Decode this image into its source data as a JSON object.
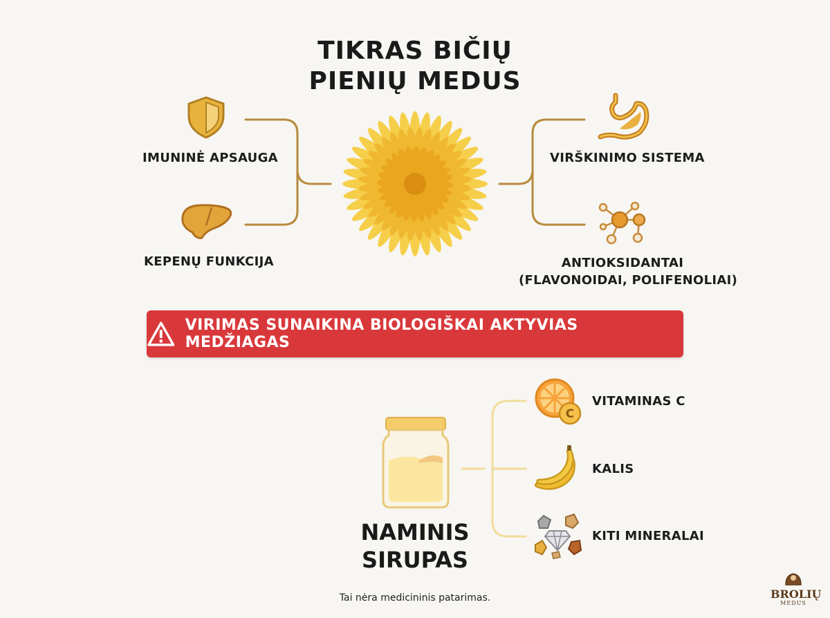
{
  "title": {
    "line1": "TIKRAS BIČIŲ",
    "line2": "PIENIŲ MEDUS"
  },
  "honey_benefits": {
    "left": [
      {
        "label": "IMUNINĖ APSAUGA",
        "icon": "shield-icon"
      },
      {
        "label": "KEPENŲ FUNKCIJA",
        "icon": "liver-icon"
      }
    ],
    "right": [
      {
        "label": "VIRŠKINIMO SISTEMA",
        "icon": "stomach-icon"
      },
      {
        "label_line1": "ANTIOKSIDANTAI",
        "label_line2": "(FLAVONOIDAI, POLIFENOLIAI)",
        "icon": "molecule-icon"
      }
    ]
  },
  "warning": {
    "text": "VIRIMAS SUNAIKINA BIOLOGIŠKAI AKTYVIAS MEDŽIAGAS",
    "icon": "warning-triangle-icon"
  },
  "syrup": {
    "label_line1": "NAMINIS",
    "label_line2": "SIRUPAS",
    "items": [
      {
        "label": "VITAMINAS C",
        "icon": "orange-vitamin-c-icon"
      },
      {
        "label": "KALIS",
        "icon": "banana-icon"
      },
      {
        "label": "KITI MINERALAI",
        "icon": "minerals-icon"
      }
    ]
  },
  "disclaimer": "Tai nėra medicininis patarimas.",
  "logo": {
    "name": "BROLIŲ",
    "sub": "MEDUS"
  },
  "colors": {
    "gold": "#c99a3a",
    "bracket": "#b88a3e",
    "light_bracket": "#f2dc9a",
    "warning": "#d9383b",
    "flower": "#f0c030"
  }
}
